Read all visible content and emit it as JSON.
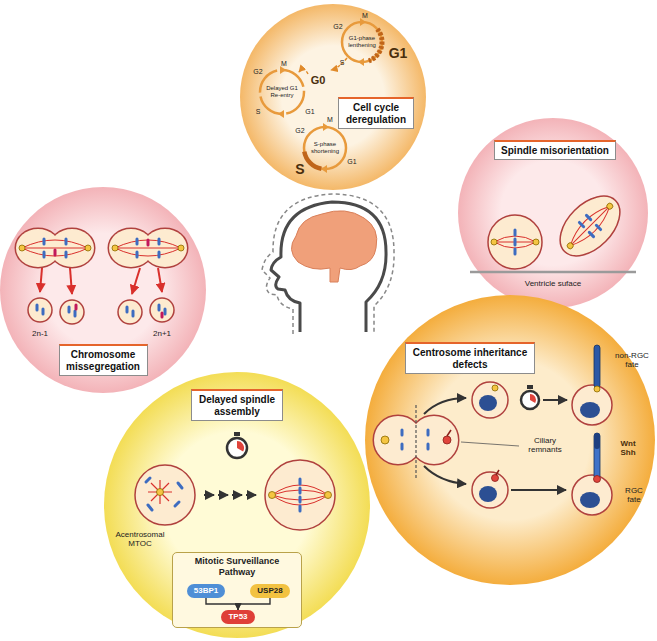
{
  "diagram": {
    "nodes": [
      {
        "text": [
          "Cell cycle deregulation"
        ]
      },
      {
        "text": [
          "Spindle misorientation"
        ]
      },
      {
        "text": [
          "Chromosome missegregation"
        ]
      },
      {
        "text": [
          "Centrosome inheritance defects"
        ]
      },
      {
        "text": [
          "Delayed spindle assembly"
        ]
      },
      {
        "text": [
          "Mitotic Surveillance Pathway"
        ],
        "in": 4
      },
      {
        "text": [
          "53BP1"
        ],
        "in": 5
      },
      {
        "text": [
          "USP28"
        ],
        "in": 5
      },
      {
        "text": [
          "TP53"
        ],
        "in": 5
      }
    ],
    "edges": [
      {
        "from": 6,
        "to": 8,
        "arrow": "to"
      },
      {
        "from": 7,
        "to": 8,
        "arrow": "to"
      }
    ],
    "labels": [
      "M",
      "G2",
      "G1-phase lenthening",
      "S",
      "G1",
      "G0",
      "M",
      "G2",
      "Delayed G1 Re-entry",
      "G1",
      "S",
      "M",
      "G2",
      "S-phase shortening",
      "G1",
      "S",
      "Ventricle suface",
      "2n-1",
      "2n+1",
      "Acentrosomal MTOC",
      "non-RGC fate",
      "Ciliary remnants",
      "Wnt Shh",
      "RGC fate"
    ]
  }
}
